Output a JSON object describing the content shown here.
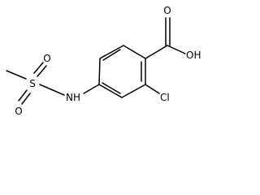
{
  "molecule": {
    "atoms": {
      "O_carbonyl": "O",
      "OH": "OH",
      "Cl": "Cl",
      "NH": "NH",
      "S": "S",
      "O_upper": "O",
      "O_lower": "O"
    }
  }
}
